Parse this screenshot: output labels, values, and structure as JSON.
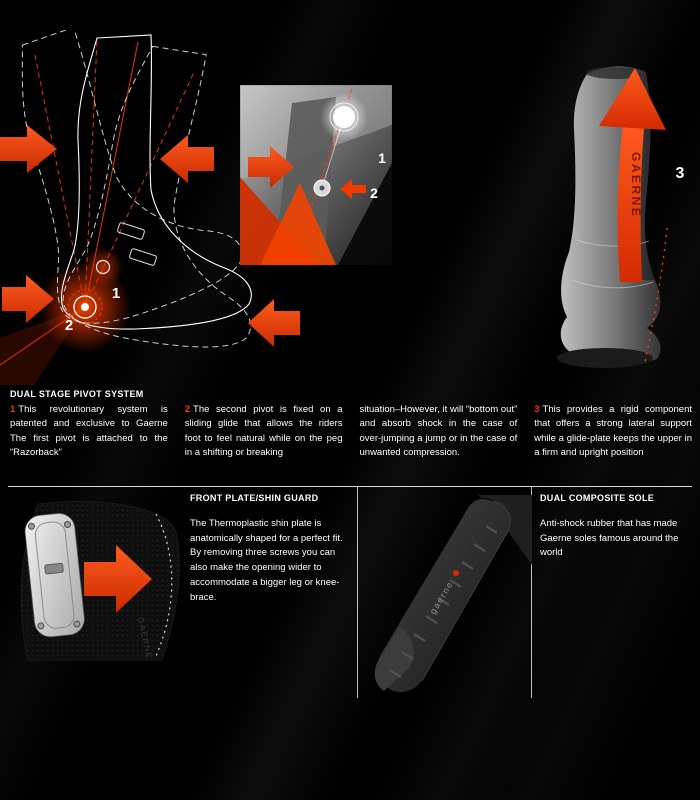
{
  "meta": {
    "background_color": "#000000",
    "accent_color": "#f13a00",
    "text_color": "#ffffff"
  },
  "pivot": {
    "heading": "DUAL STAGE PIVOT SYSTEM",
    "columns": [
      {
        "number": "1",
        "text": "This revolutionary system is patented and exclusive to Gaerne The first pivot is attached to the “Razorback”"
      },
      {
        "number": "2",
        "text": "The second pivot is fixed on a sliding glide that allows the riders foot to feel natural while on the peg in a shifting or breaking"
      },
      {
        "number": "",
        "text": "situation–However, it will “bottom out” and absorb shock in the case of over-jumping a jump or in the case of unwanted compression."
      },
      {
        "number": "3",
        "text": "This provides a rigid component that offers a strong lateral support while a glide-plate keeps the upper in a firm and upright position"
      }
    ]
  },
  "front_plate": {
    "heading": "FRONT PLATE/SHIN GUARD",
    "text": "The Thermoplastic shin plate is anatomically shaped for a perfect fit. By removing three screws you can also make the opening wider to accommodate a bigger leg or knee-brace."
  },
  "sole": {
    "heading": "DUAL COMPOSITE SOLE",
    "text": "Anti-shock rubber that has made Gaerne soles famous around the world"
  },
  "callouts": {
    "boot_label_1": "1",
    "boot_label_2": "2",
    "inset_label_1": "1",
    "inset_label_2": "2",
    "right_label_3": "3",
    "brand_vertical": "GAERNE",
    "sole_brand": "gaerne"
  }
}
